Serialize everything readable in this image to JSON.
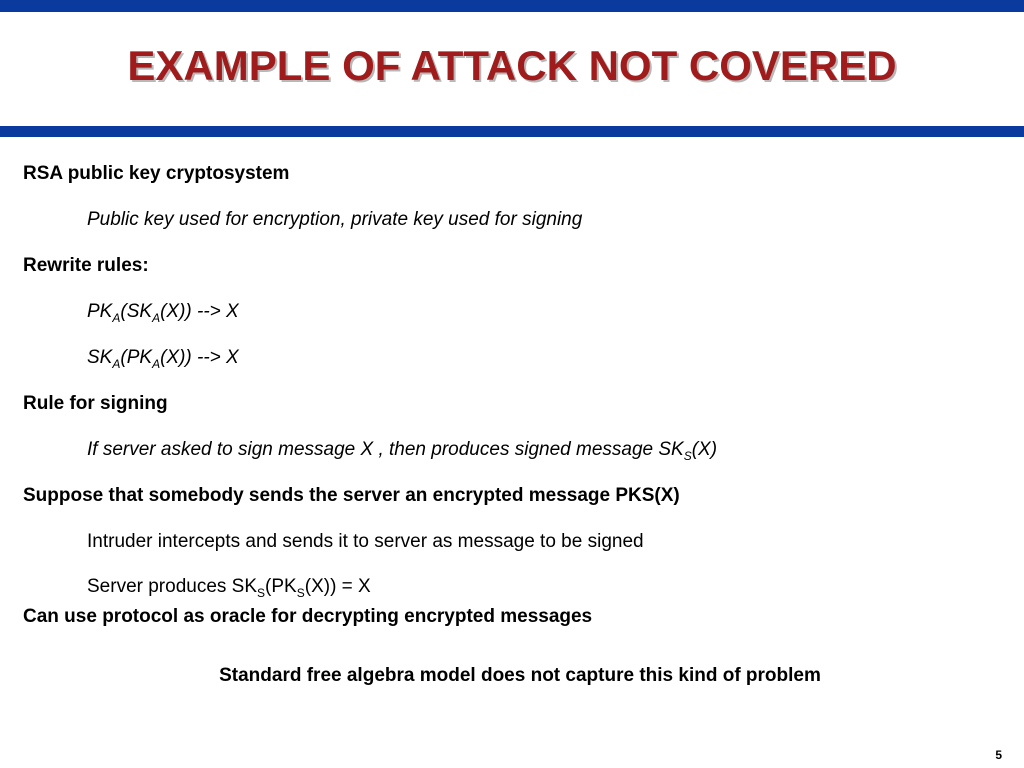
{
  "slide": {
    "title": "EXAMPLE OF ATTACK NOT COVERED",
    "page_number": "5",
    "colors": {
      "banner": "#0b3a9e",
      "title": "#a01c1c",
      "text": "#000000"
    }
  },
  "content": {
    "rsa_heading": "RSA public key cryptosystem",
    "rsa_detail": "Public key used for encryption, private key used for signing",
    "rewrite_heading": "Rewrite rules:",
    "rule1": {
      "pk": "PK",
      "pk_sub": "A",
      "open_sk": "(SK",
      "sk_sub": "A",
      "tail": "(X)) --> X"
    },
    "rule2": {
      "sk": "SK",
      "sk_sub": "A",
      "open_pk": "(PK",
      "pk_sub": "A",
      "tail": "(X)) --> X"
    },
    "signing_heading": "Rule for signing",
    "signing_detail_text": "If server asked to sign  message X , then produces signed message SK",
    "signing_detail_sub": "S",
    "signing_detail_tail": "(X)",
    "suppose_heading": "Suppose that somebody sends the server an encrypted message PKS(X)",
    "intruder_line": "Intruder intercepts and sends it to server as message to be signed",
    "server_line": {
      "prefix": "Server produces SK",
      "sub1": "S",
      "mid": "(PK",
      "sub2": "S",
      "tail": "(X)) = X"
    },
    "oracle_heading": "Can  use protocol as oracle for decrypting encrypted messages",
    "conclusion": "Standard free algebra model does not capture this kind of problem"
  }
}
